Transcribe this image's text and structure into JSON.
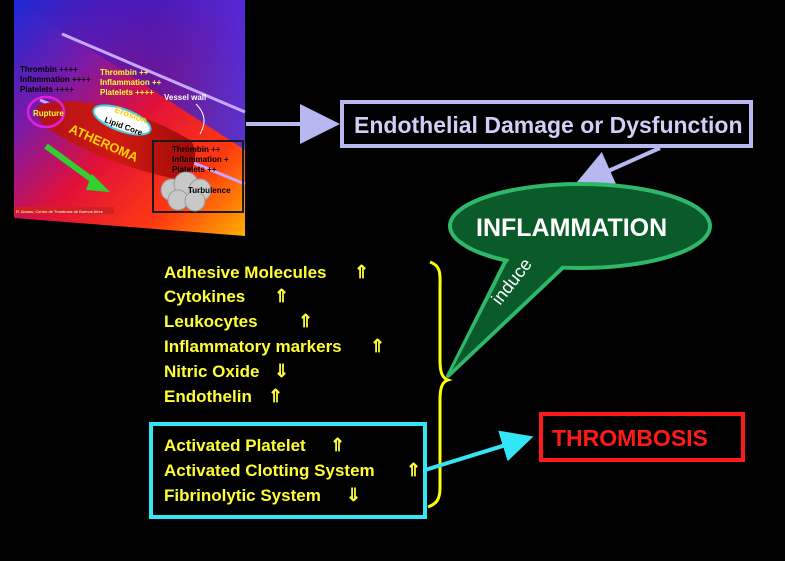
{
  "colors": {
    "background": "#000000",
    "yellow_text": "#ffff33",
    "dysfunction_box": "#b8b8f0",
    "inflammation_fill": "#0a5a2a",
    "inflammation_border": "#2db86a",
    "thrombosis": "#ff1a1a",
    "cyan": "#33e6f5",
    "bracket": "#ffff00"
  },
  "inset": {
    "left_zone": {
      "lines": [
        "Thrombin ++++",
        "Inflammation ++++",
        "Platelets ++++"
      ]
    },
    "mid_zone": {
      "lines": [
        "Thrombin ++",
        "Inflammation ++",
        "Platelets ++++"
      ]
    },
    "right_zone": {
      "lines": [
        "Thrombin ++",
        "Inflammation +",
        "Platelets ++"
      ]
    },
    "rupture_label": "Rupture",
    "erosion_label": "Erosion",
    "lipid_core_label": "Lipid Core",
    "atheroma_label": "ATHEROMA",
    "vessel_wall_label": "Vessel wall",
    "turbulence_label": "Turbulence",
    "credit": "R. Alonso, Centro de Trombosis de Buenos Aires"
  },
  "endothelial_box": {
    "label": "Endothelial Damage or Dysfunction"
  },
  "inflammation": {
    "label": "INFLAMMATION",
    "induce_label": "induce"
  },
  "markers": {
    "items": [
      {
        "text": "Adhesive Molecules",
        "arrow": "⇑"
      },
      {
        "text": "Cytokines",
        "arrow": "⇑"
      },
      {
        "text": "Leukocytes",
        "arrow": "⇑"
      },
      {
        "text": "Inflammatory markers",
        "arrow": "⇑"
      },
      {
        "text": "Nitric Oxide",
        "arrow": "⇓"
      },
      {
        "text": "Endothelin",
        "arrow": "⇑"
      }
    ]
  },
  "coagulation": {
    "items": [
      {
        "text": "Activated Platelet",
        "arrow": "⇑"
      },
      {
        "text": "Activated Clotting System",
        "arrow": "⇑"
      },
      {
        "text": "Fibrinolytic System",
        "arrow": "⇓"
      }
    ]
  },
  "thrombosis": {
    "label": "THROMBOSIS"
  }
}
